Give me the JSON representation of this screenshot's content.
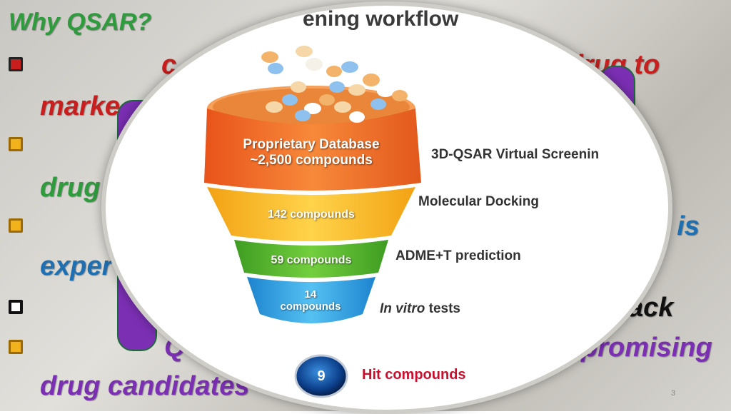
{
  "slide": {
    "title": "Why QSAR?",
    "slide_number": "3",
    "background_fragments": [
      {
        "text": "c",
        "color": "#c81e1e"
      },
      {
        "text": "lrug to",
        "color": "#c81e1e"
      },
      {
        "text": "marke",
        "color": "#c81e1e"
      },
      {
        "text": "drug",
        "color": "#2e9b3d"
      },
      {
        "text": "ls is",
        "color": "#1f6fb3"
      },
      {
        "text": "exper",
        "color": "#1f6fb3"
      },
      {
        "text": "ack",
        "color": "#111111"
      },
      {
        "text": "Q",
        "color": "#7b2fb3"
      },
      {
        "text": "promising",
        "color": "#7b2fb3"
      },
      {
        "text": "drug candidates",
        "color": "#7b2fb3"
      }
    ]
  },
  "workflow": {
    "title_fragment": "ening workflow",
    "tiers": [
      {
        "line1": "Proprietary Database",
        "line2": "~2,500 compounds",
        "step": "3D-QSAR  Virtual Screenin",
        "color": "#f26a1b"
      },
      {
        "line1": "142 compounds",
        "step": "Molecular Docking",
        "color": "#f5b81a"
      },
      {
        "line1": "59 compounds",
        "step": "ADME+T prediction",
        "color": "#4caf2e"
      },
      {
        "line1": "14",
        "line2": "compounds",
        "step_italic": "In vitro",
        "step_rest": "  tests",
        "color": "#2d9fe0"
      }
    ],
    "hit": {
      "number": "9",
      "label": "Hit compounds",
      "color": "#c8102e"
    }
  }
}
